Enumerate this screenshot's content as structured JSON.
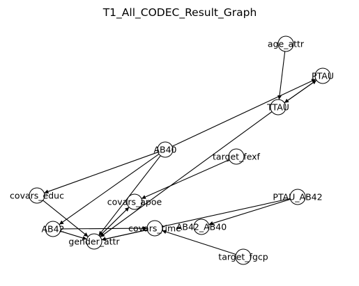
{
  "title": "T1_All_CODEC_Result_Graph",
  "nodes": [
    {
      "id": "age_attr",
      "label": "age_attr"
    },
    {
      "id": "PTAU",
      "label": "PTAU"
    },
    {
      "id": "TTAU",
      "label": "TTAU"
    },
    {
      "id": "AB40",
      "label": "AB40"
    },
    {
      "id": "target_fexf",
      "label": "target_fexf"
    },
    {
      "id": "covars_educ",
      "label": "covars_educ"
    },
    {
      "id": "PTAU_AB42",
      "label": "PTAU_AB42"
    },
    {
      "id": "covars_apoe",
      "label": "covars_apoe"
    },
    {
      "id": "AB42",
      "label": "AB42"
    },
    {
      "id": "covars_time",
      "label": "covars_time"
    },
    {
      "id": "AB42_AB40",
      "label": "AB42_AB40"
    },
    {
      "id": "gender_attr",
      "label": "gender_attr"
    },
    {
      "id": "target_fgcp",
      "label": "target_fgcp"
    }
  ],
  "edges": [
    {
      "from": "age_attr",
      "to": "TTAU"
    },
    {
      "from": "TTAU",
      "to": "PTAU"
    },
    {
      "from": "PTAU",
      "to": "TTAU"
    },
    {
      "from": "AB40",
      "to": "PTAU"
    },
    {
      "from": "AB40",
      "to": "covars_educ"
    },
    {
      "from": "AB40",
      "to": "AB42"
    },
    {
      "from": "AB40",
      "to": "gender_attr"
    },
    {
      "from": "TTAU",
      "to": "gender_attr"
    },
    {
      "from": "target_fexf",
      "to": "covars_apoe"
    },
    {
      "from": "covars_educ",
      "to": "gender_attr"
    },
    {
      "from": "AB42",
      "to": "gender_attr"
    },
    {
      "from": "AB42",
      "to": "covars_time"
    },
    {
      "from": "gender_attr",
      "to": "covars_apoe"
    },
    {
      "from": "covars_time",
      "to": "gender_attr"
    },
    {
      "from": "PTAU_AB42",
      "to": "AB42_AB40"
    },
    {
      "from": "PTAU_AB42",
      "to": "gender_attr"
    },
    {
      "from": "target_fgcp",
      "to": "covars_time"
    }
  ]
}
